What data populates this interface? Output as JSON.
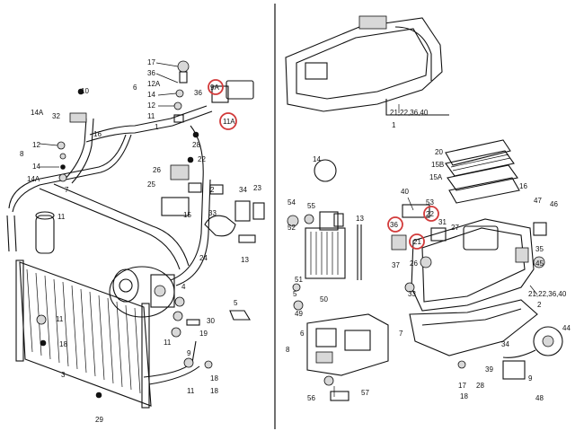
{
  "diagram": {
    "divider_color": "#333333",
    "highlight_color": "#d23a3a",
    "left_labels": {
      "l17": "17",
      "l36a": "36",
      "l12a": "12A",
      "l14": "14",
      "l12": "12",
      "l11a": "11",
      "l6": "6",
      "l1": "1",
      "l9a": "9A",
      "l11A": "11A",
      "l36b": "36",
      "l28": "28",
      "l32": "32",
      "l14a": "14A",
      "l12b": "12",
      "l8": "8",
      "l14b": "14",
      "l14Ab": "14A",
      "l16": "16",
      "l10": "10",
      "l7": "7",
      "l11b": "11",
      "l22": "22",
      "l26": "26",
      "l25": "25",
      "l2": "2",
      "l15": "15",
      "l34": "34",
      "l23": "23",
      "l33": "33",
      "l24": "24",
      "l13": "13",
      "l4": "4",
      "l5": "5",
      "l11c": "11",
      "l18a": "18",
      "l30": "30",
      "l19": "19",
      "l11d": "11",
      "l3": "3",
      "l29": "29",
      "l18b": "18",
      "l9": "9",
      "l11e": "11",
      "l18c": "18"
    },
    "right_labels": {
      "r_ref1": "21,22,36,40",
      "r1": "1",
      "r14": "14",
      "r20": "20",
      "r15b": "15B",
      "r15a": "15A",
      "r16": "16",
      "r40": "40",
      "r53": "53",
      "r22": "22",
      "r31": "31",
      "r36": "36",
      "r21": "21",
      "r27": "27",
      "r37": "37",
      "r26": "26",
      "r47": "47",
      "r46": "46",
      "r35": "35",
      "r45": "45",
      "r54": "54",
      "r55": "55",
      "r52": "52",
      "r13": "13",
      "r51": "51",
      "r5": "5",
      "r49": "49",
      "r50": "50",
      "r_ref2": "21,22,36,40",
      "r2": "2",
      "r6": "6",
      "r7": "7",
      "r33": "33",
      "r34": "34",
      "r39": "39",
      "r17": "17",
      "r18": "18",
      "r28": "28",
      "r9": "9",
      "r56": "56",
      "r57": "57",
      "r8": "8",
      "r44": "44",
      "r48": "48"
    }
  }
}
